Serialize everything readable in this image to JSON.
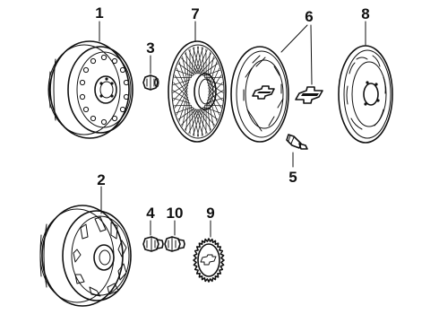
{
  "callouts": {
    "c1": "1",
    "c2": "2",
    "c3": "3",
    "c4": "4",
    "c5": "5",
    "c6": "6",
    "c7": "7",
    "c8": "8",
    "c9": "9",
    "c10": "10"
  },
  "parts": [
    {
      "callout": "1",
      "icon": "steel-wheel-icon"
    },
    {
      "callout": "2",
      "icon": "alloy-wheel-icon"
    },
    {
      "callout": "3",
      "icon": "lug-nut-icon"
    },
    {
      "callout": "4",
      "icon": "lug-nut-icon"
    },
    {
      "callout": "5",
      "icon": "valve-stem-icon"
    },
    {
      "callout": "6",
      "icon": "wheel-cover-with-emblem-icon"
    },
    {
      "callout": "7",
      "icon": "wire-wheel-cover-icon"
    },
    {
      "callout": "8",
      "icon": "wheel-cover-icon"
    },
    {
      "callout": "9",
      "icon": "center-cap-icon"
    },
    {
      "callout": "10",
      "icon": "lug-nut-icon"
    }
  ]
}
